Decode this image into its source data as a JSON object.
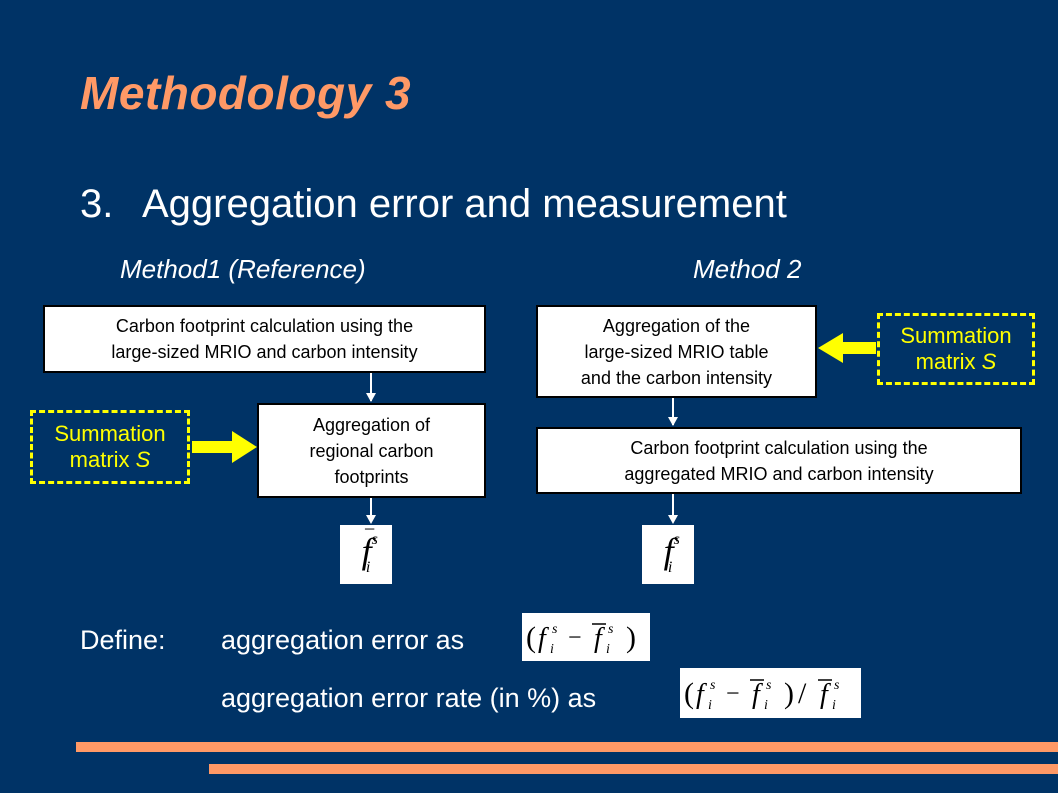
{
  "title": "Methodology 3",
  "heading": {
    "number": "3.",
    "text": "Aggregation error and measurement"
  },
  "method1": {
    "label": "Method1 (Reference)",
    "box1": "Carbon footprint calculation using the\nlarge-sized MRIO and carbon intensity",
    "box2": "Aggregation of\nregional carbon\nfootprints",
    "summation": {
      "line1": "Summation",
      "line2": "matrix ",
      "symbol": "S"
    },
    "result_symbol": {
      "letter": "f",
      "sup": "s",
      "sub": "i"
    }
  },
  "method2": {
    "label": "Method 2",
    "box1": "Aggregation of the\nlarge-sized MRIO table\nand the carbon intensity",
    "box2": "Carbon footprint calculation using the\naggregated MRIO and carbon intensity",
    "summation": {
      "line1": "Summation",
      "line2": "matrix ",
      "symbol": "S"
    },
    "result_symbol": {
      "letter": "f",
      "sup": "s",
      "sub": "i"
    }
  },
  "define": {
    "label": "Define:",
    "error_text": "aggregation  error as",
    "error_rate_text": "aggregation  error rate (in %) as"
  },
  "colors": {
    "background": "#003366",
    "accent": "#ff9966",
    "highlight": "#ffff00"
  }
}
